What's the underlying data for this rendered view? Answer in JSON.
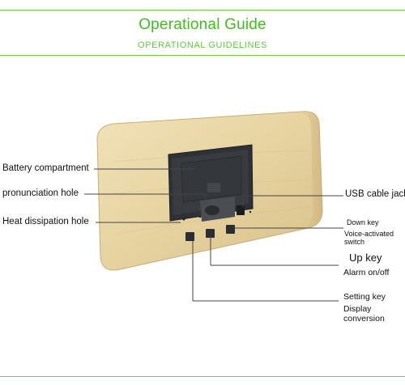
{
  "header": {
    "title": "Operational Guide",
    "subtitle": "OPERATIONAL GUIDELINES"
  },
  "labels": {
    "battery": "Battery compartment",
    "pronunciation": "pronunciation hole",
    "heat": "Heat dissipation hole",
    "usb": "USB cable jack",
    "down_key": "Down key",
    "voice_line1": "Voice-activated",
    "voice_line2": "switch",
    "up_key": "Up key",
    "alarm": "Alarm on/off",
    "setting": "Setting key",
    "display_line1": "Display",
    "display_line2": "conversion"
  },
  "colors": {
    "accent": "#3fbf1c",
    "wood": "#e8d6a6",
    "panel": "#2e3236"
  }
}
